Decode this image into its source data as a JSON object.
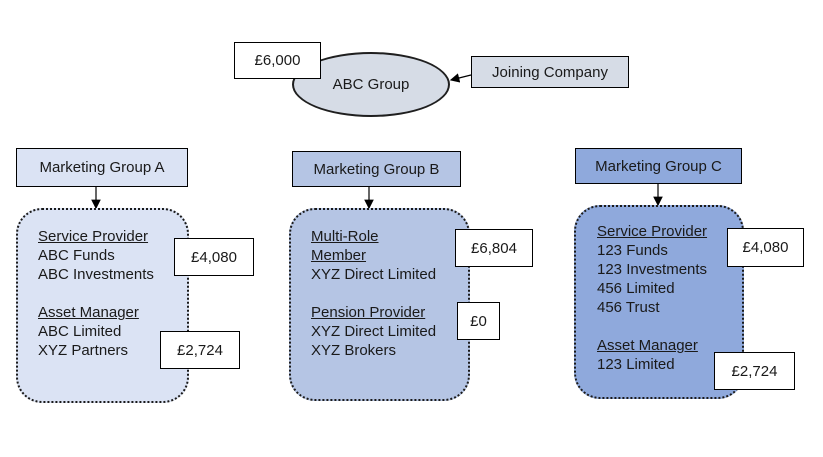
{
  "top": {
    "group_name": "ABC Group",
    "group_amount": "£6,000",
    "joining_label": "Joining Company"
  },
  "groups": [
    {
      "label": "Marketing Group A",
      "color": "#dbe3f4",
      "amounts": [
        "£4,080",
        "£2,724"
      ],
      "sections": [
        {
          "title": "Service Provider",
          "members": [
            "ABC Funds",
            "ABC Investments"
          ]
        },
        {
          "title": "Asset Manager",
          "members": [
            "ABC Limited",
            "XYZ Partners"
          ]
        }
      ]
    },
    {
      "label": "Marketing Group B",
      "color": "#b5c5e4",
      "amounts": [
        "£6,804",
        "£0"
      ],
      "sections": [
        {
          "title": "Multi-Role Member",
          "title_lines": [
            "Multi-Role",
            "Member"
          ],
          "members": [
            "XYZ Direct Limited"
          ]
        },
        {
          "title": "Pension Provider",
          "members": [
            "XYZ Direct Limited",
            "XYZ Brokers"
          ]
        }
      ]
    },
    {
      "label": "Marketing Group C",
      "color": "#8fa9dc",
      "amounts": [
        "£4,080",
        "£2,724"
      ],
      "sections": [
        {
          "title": "Service Provider",
          "members": [
            "123 Funds",
            "123 Investments",
            "456 Limited",
            "456 Trust"
          ]
        },
        {
          "title": "Asset Manager",
          "members": [
            "123 Limited"
          ]
        }
      ]
    }
  ]
}
